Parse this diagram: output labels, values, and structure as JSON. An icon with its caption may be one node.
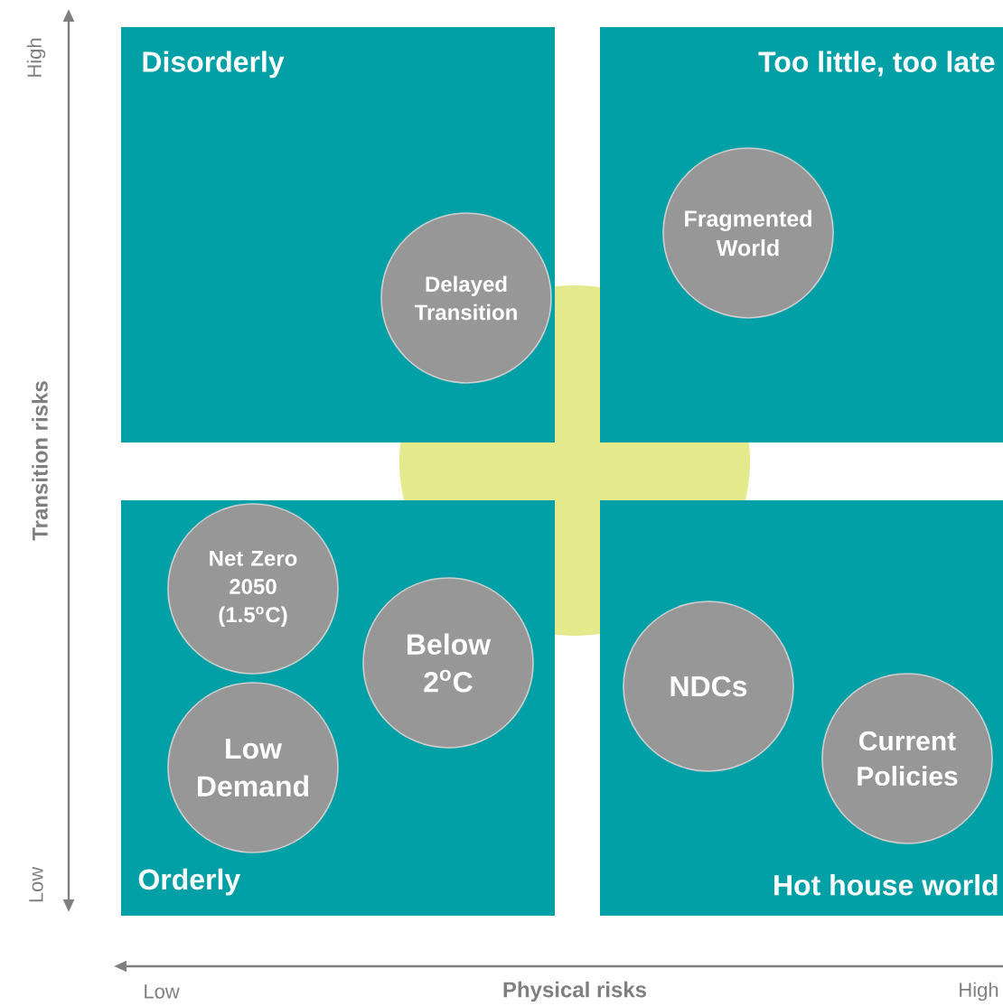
{
  "diagram": {
    "nodes": [
      {
        "text": [
          "Disorderly"
        ]
      },
      {
        "text": [
          "Delayed Transition"
        ],
        "in": 0
      },
      {
        "text": [
          "Too little, too late"
        ]
      },
      {
        "text": [
          "Fragmented World"
        ],
        "in": 2
      },
      {
        "text": [
          "Orderly"
        ]
      },
      {
        "text": [
          "Net Zero 2050 (1.5$^{o}$C)"
        ],
        "in": 4
      },
      {
        "text": [
          "Below 2$^{o}$C"
        ],
        "in": 4
      },
      {
        "text": [
          "Low Demand"
        ],
        "in": 4
      },
      {
        "text": [
          "Hot house world"
        ]
      },
      {
        "text": [
          "NDCs"
        ],
        "in": 8
      },
      {
        "text": [
          "Current Policies"
        ],
        "in": 8
      }
    ],
    "labels": [
      "High",
      "Transition risks",
      "Low",
      "Low",
      "Physical risks",
      "High"
    ]
  }
}
